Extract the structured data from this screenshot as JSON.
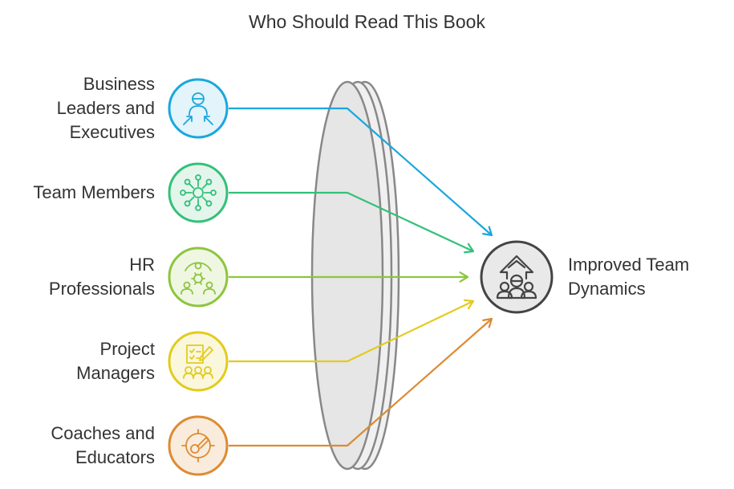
{
  "title": "Who Should Read This Book",
  "sources": [
    {
      "lines": [
        "Business",
        "Leaders and",
        "Executives"
      ],
      "color": "#1AA7DD",
      "fill": "#E3F4FB",
      "icon": "leader-icon"
    },
    {
      "lines": [
        "Team Members"
      ],
      "color": "#34C07A",
      "fill": "#E4F6EC",
      "icon": "network-icon"
    },
    {
      "lines": [
        "HR",
        "Professionals"
      ],
      "color": "#8DC53E",
      "fill": "#EFF7E2",
      "icon": "people-gear-icon"
    },
    {
      "lines": [
        "Project",
        "Managers"
      ],
      "color": "#E2CB1F",
      "fill": "#FBF7DD",
      "icon": "checklist-team-icon"
    },
    {
      "lines": [
        "Coaches and",
        "Educators"
      ],
      "color": "#DD8B33",
      "fill": "#FAECDC",
      "icon": "target-whistle-icon"
    }
  ],
  "result": {
    "lines": [
      "Improved Team",
      "Dynamics"
    ],
    "color": "#444444",
    "fill": "#E9E9E9",
    "icon": "team-growth-icon"
  },
  "lens_color": "#888888"
}
